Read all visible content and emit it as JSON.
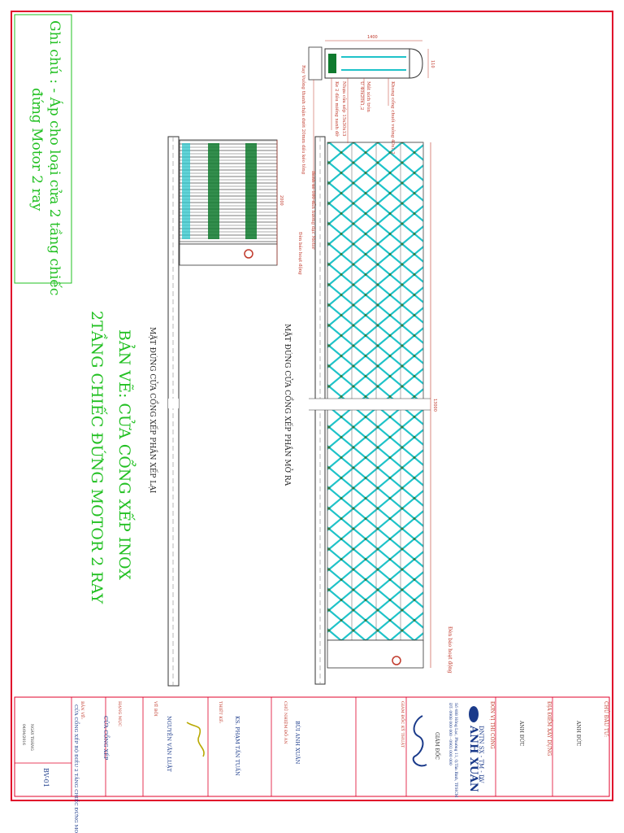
{
  "note": {
    "line1": "Ghi chú :  - Áp cho loại cửa 2 tầng chiếc",
    "line2": "đứng Motor 2 ray"
  },
  "drawing_title": {
    "line1": "BẢN VẼ: CỬA CỔNG XẾP INOX",
    "line2": "2TẦNG CHIẾC ĐỨNG MOTOR 2 RAY"
  },
  "views": {
    "closed_caption": "MẶT ĐỨNG CỬA CỔNG XẾP PHẦN XẾP LẠI",
    "open_caption": "MẶT ĐỨNG CỬA CỔNG XẾP PHẦN MỞ RA"
  },
  "callouts": {
    "top_dim": "1400",
    "side_dim": "110",
    "frame_label": "Khung cổng chuối vuông 40x1,2",
    "tube_label": "Mắt xích tròn",
    "tube_size": "U 40x20x1,2",
    "hinge_label": "Nhựa cửa xếp 15x30x13",
    "connector_label": "Ke 2 đầu miếng xanh đỡ",
    "roller_label": "Bánh xe 180 dẫn hướng đặc Motor",
    "rail_label": "Ray Vuông thanh chặn dưới 20mm dấu kéo tông",
    "light_label": "Đèn báo hoạt động",
    "closed_height": "2000",
    "open_length": "13000",
    "end_light": "Đèn báo hoạt động"
  },
  "title_block": {
    "owner_label": "CHỦ ĐẦU TƯ:",
    "owner_value": "ANH ĐỨC",
    "address_label": "ĐỊA ĐIỂM XÂY DỰNG",
    "address_value": "ANH ĐỨC",
    "unit_label": "ĐƠN VỊ THI CÔNG",
    "company_line": "DNTN   SX - TM - DV",
    "company_name": "ANH XUÂN",
    "company_address": "Số 488 Hồng Lạc, Phường 11, Q.Tân Bình, TP.HCM",
    "company_phone": "ĐT: 0908 000 000 - 0903 000 000",
    "director_title": "GIÁM ĐỐC",
    "director_sign_label": "GIÁM ĐỐC KỸ THUẬT",
    "director_name": "BÙI ANH XUÂN",
    "checker_label": "CHỦ NHIỆM ĐỒ ÁN",
    "designer_label": "THIẾT KẾ:",
    "designer_name": "KS. PHẠM TẤN TUẤN",
    "drafter_label": "VẼ BỞI",
    "drafter_name": "NGUYỄN VĂN LUẬT",
    "category_label": "HẠNG MỤC",
    "category_value": "CỬA CỔNG XẾP",
    "sheet_title_label": "BẢN VẼ:",
    "sheet_title_value": "CỬA CỔNG XẾP BỘ ĐIỀU 2 TẦNG CHIẾC ĐỨNG MOTOR 2 RAY",
    "date_label": "NGÀY THÁNG",
    "date_value": "04/04/2016",
    "sheet_no": "BV-01"
  },
  "colors": {
    "border": "#e0002a",
    "accent": "#22c022",
    "lattice": "#1fc3c9",
    "green_panel": "#0f7a2e",
    "line": "#333333",
    "callout": "#c0392b"
  }
}
